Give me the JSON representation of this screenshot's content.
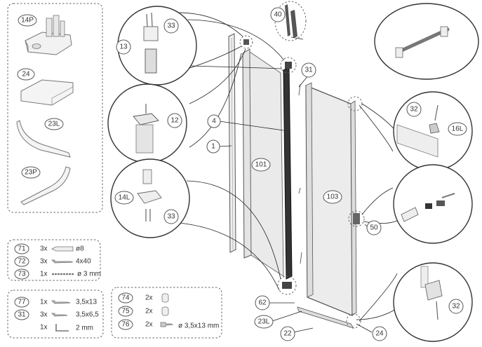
{
  "callouts": {
    "p14P": "14P",
    "p24": "24",
    "p23L": "23L",
    "p23P": "23P",
    "c40": "40",
    "c33a": "33",
    "c13": "13",
    "c31": "31",
    "c12": "12",
    "c4": "4",
    "c1": "1",
    "c101": "101",
    "c103": "103",
    "c32a": "32",
    "c16L": "16L",
    "c14L": "14L",
    "c33b": "33",
    "c50": "50",
    "c62": "62",
    "c23L": "23L",
    "c22": "22",
    "c24": "24",
    "c32b": "32"
  },
  "kits": {
    "kit1": [
      {
        "num": "71",
        "qty": "3x",
        "spec": "ø8"
      },
      {
        "num": "72",
        "qty": "3x",
        "spec": "4x40"
      },
      {
        "num": "73",
        "qty": "1x",
        "spec": "ø 3 mm"
      }
    ],
    "kit2": [
      {
        "num": "77",
        "qty": "1x",
        "spec": "3,5x13"
      },
      {
        "num": "31",
        "qty": "3x",
        "spec": "3,5x6,5"
      },
      {
        "num": "",
        "qty": "1x",
        "spec": "2 mm"
      }
    ],
    "kit3": [
      {
        "num": "74",
        "qty": "2x",
        "spec": ""
      },
      {
        "num": "75",
        "qty": "2x",
        "spec": ""
      },
      {
        "num": "76",
        "qty": "2x",
        "spec": "ø 3,5x13 mm"
      }
    ]
  }
}
